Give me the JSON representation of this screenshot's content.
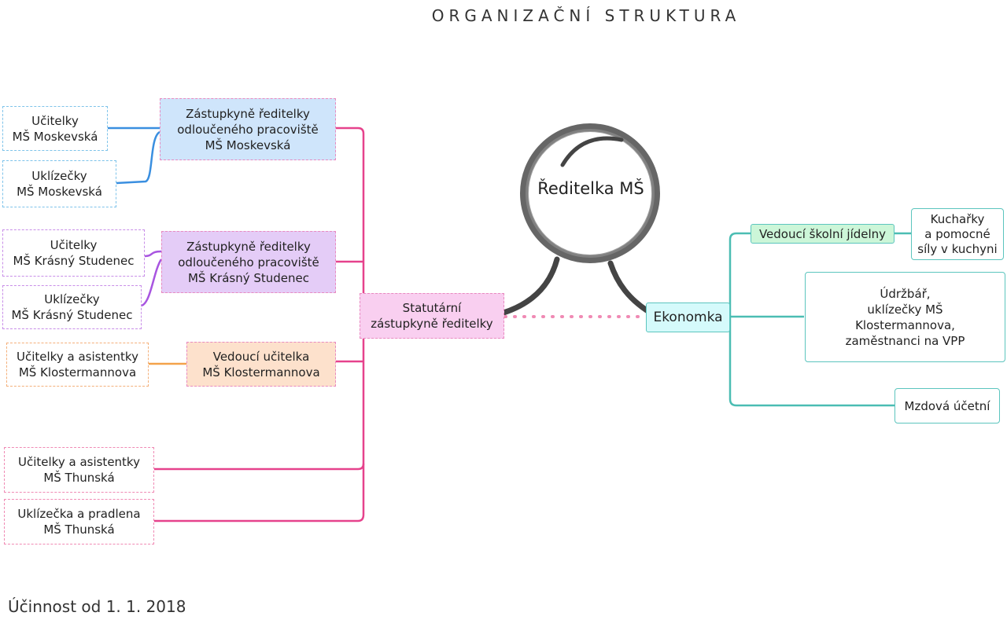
{
  "title": "ORGANIZAČNÍ STRUKTURA",
  "footer": "Účinnost od 1. 1. 2018",
  "root": "Ředitelka MŠ",
  "colors": {
    "pink": "#e6428c",
    "teal": "#4bbdb3",
    "blue": "#3a8fe0",
    "purple": "#a855e0",
    "orange": "#f3a24a"
  },
  "left": {
    "statutory": [
      "Statutární",
      "zástupkyně ředitelky"
    ],
    "moskevska": {
      "deputy": [
        "Zástupkyně ředitelky",
        "odloučeného pracoviště",
        "MŠ Moskevská"
      ],
      "teachers": [
        "Učitelky",
        "MŠ Moskevská"
      ],
      "cleaners": [
        "Uklízečky",
        "MŠ Moskevská"
      ]
    },
    "krasny": {
      "deputy": [
        "Zástupkyně ředitelky",
        "odloučeného pracoviště",
        "MŠ Krásný Studenec"
      ],
      "teachers": [
        "Učitelky",
        "MŠ Krásný Studenec"
      ],
      "cleaners": [
        "Uklízečky",
        "MŠ Krásný Studenec"
      ]
    },
    "kloster": {
      "head": [
        "Vedoucí učitelka",
        "MŠ Klostermannova"
      ],
      "teachers": [
        "Učitelky a asistentky",
        "MŠ Klostermannova"
      ]
    },
    "thunska_teachers": [
      "Učitelky a asistentky",
      "MŠ Thunská"
    ],
    "thunska_cleaner": [
      "Uklízečka a pradlena",
      "MŠ Thunská"
    ]
  },
  "right": {
    "economist": "Ekonomka",
    "canteen_head": "Vedoucí školní jídelny",
    "cooks": [
      "Kuchařky",
      "a pomocné",
      "síly v kuchyni"
    ],
    "maintenance": [
      "Údržbář,",
      "uklízečky MŠ",
      "Klostermannova,",
      "zaměstnanci na VPP"
    ],
    "payroll": "Mzdová účetní"
  }
}
